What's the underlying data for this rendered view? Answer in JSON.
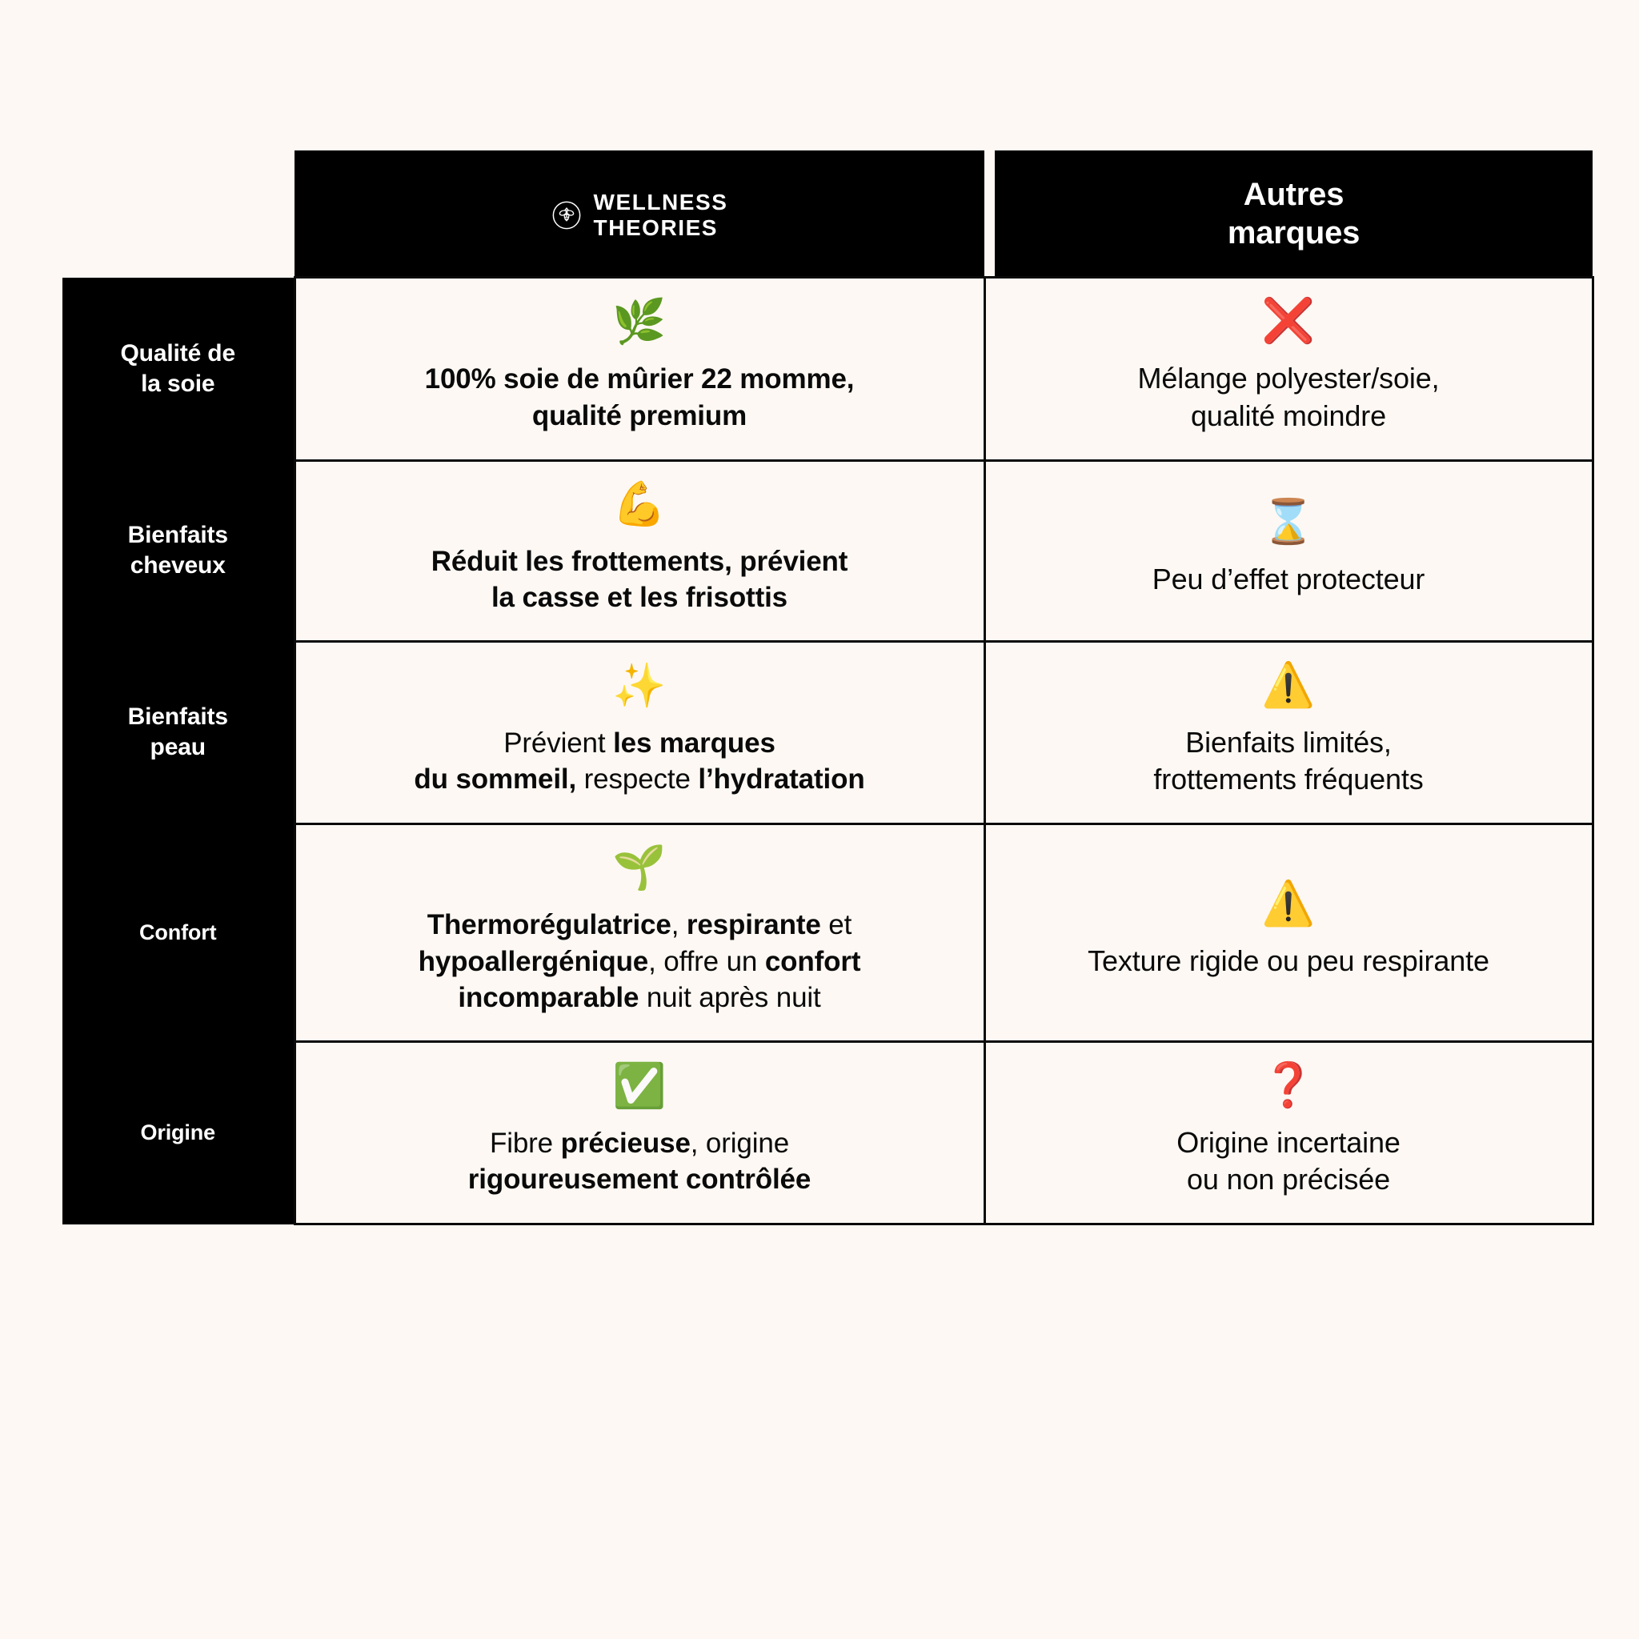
{
  "page": {
    "background_color": "#FDF8F3",
    "ink_color": "#0A0A0A",
    "panel_color": "#000000"
  },
  "header": {
    "brand": {
      "logo_icon": "bee-circle-logo-icon",
      "line1": "WELLNESS",
      "line2": "THEORIES",
      "label": "WELLNESS\nTHEORIES"
    },
    "competitor": {
      "line1": "Autres",
      "line2": "marques",
      "label": "Autres\nmarques"
    }
  },
  "rows": [
    {
      "label": "Qualité de\nla soie",
      "brand": {
        "icon": "herb-emoji",
        "icon_glyph": "🌿",
        "bold": true,
        "text": "100% soie de mûrier 22 momme, qualité premium",
        "segments": [
          {
            "text": "100% soie de mûrier 22 momme,",
            "bold": true
          },
          {
            "text": "qualité premium",
            "bold": true
          }
        ]
      },
      "other": {
        "icon": "cross-mark-emoji",
        "icon_glyph": "❌",
        "bold": false,
        "text": "Mélange polyester/soie, qualité moindre",
        "segments": [
          {
            "text": "Mélange polyester/soie,",
            "bold": false
          },
          {
            "text": "qualité moindre",
            "bold": false
          }
        ]
      }
    },
    {
      "label": "Bienfaits\ncheveux",
      "brand": {
        "icon": "flexed-biceps-emoji",
        "icon_glyph": "💪",
        "bold": true,
        "text": "Réduit les frottements, prévient la casse et les frisottis",
        "segments": [
          {
            "text": "Réduit les frottements, prévient",
            "bold": true
          },
          {
            "text": "la casse et les frisottis",
            "bold": true
          }
        ]
      },
      "other": {
        "icon": "hourglass-emoji",
        "icon_glyph": "⌛",
        "bold": false,
        "text": "Peu d’effet protecteur",
        "segments": [
          {
            "text": "Peu d’effet protecteur",
            "bold": false
          }
        ]
      }
    },
    {
      "label": "Bienfaits\npeau",
      "brand": {
        "icon": "sparkles-emoji",
        "icon_glyph": "✨",
        "bold": false,
        "text": "Prévient les marques du sommeil, respecte l’hydratation",
        "segments": [
          {
            "text": "Prévient ",
            "bold": false
          },
          {
            "text": "les marques du sommeil,",
            "bold": true
          },
          {
            "text": " respecte ",
            "bold": false
          },
          {
            "text": "l’hydratation",
            "bold": true
          }
        ]
      },
      "other": {
        "icon": "warning-emoji",
        "icon_glyph": "⚠️",
        "bold": false,
        "text": "Bienfaits limités, frottements fréquents",
        "segments": [
          {
            "text": "Bienfaits limités,",
            "bold": false
          },
          {
            "text": "frottements fréquents",
            "bold": false
          }
        ]
      }
    },
    {
      "label": "Confort",
      "brand": {
        "icon": "seedling-emoji",
        "icon_glyph": "🌱",
        "bold": false,
        "text": "Thermorégulatrice, respirante et hypoallergénique, offre un confort incomparable nuit après nuit",
        "segments": [
          {
            "text": "Thermorégulatrice",
            "bold": true
          },
          {
            "text": ", ",
            "bold": false
          },
          {
            "text": "respirante",
            "bold": true
          },
          {
            "text": " et ",
            "bold": false
          },
          {
            "text": "hypoallergénique",
            "bold": true
          },
          {
            "text": ", offre un ",
            "bold": false
          },
          {
            "text": "confort incomparable",
            "bold": true
          },
          {
            "text": " nuit après nuit",
            "bold": false
          }
        ]
      },
      "other": {
        "icon": "warning-emoji",
        "icon_glyph": "⚠️",
        "bold": false,
        "text": "Texture rigide ou peu respirante",
        "segments": [
          {
            "text": "Texture rigide ou peu respirante",
            "bold": false
          }
        ]
      }
    },
    {
      "label": "Origine",
      "brand": {
        "icon": "check-mark-button-emoji",
        "icon_glyph": "✅",
        "bold": false,
        "text": "Fibre précieuse, origine rigoureusement contrôlée",
        "segments": [
          {
            "text": "Fibre ",
            "bold": false
          },
          {
            "text": "précieuse",
            "bold": true
          },
          {
            "text": ", origine ",
            "bold": false
          },
          {
            "text": "rigoureusement contrôlée",
            "bold": true
          }
        ]
      },
      "other": {
        "icon": "red-question-mark-emoji",
        "icon_glyph": "❓",
        "bold": false,
        "text": "Origine incertaine ou non précisée",
        "segments": [
          {
            "text": "Origine incertaine",
            "bold": false
          },
          {
            "text": "ou non précisée",
            "bold": false
          }
        ]
      }
    }
  ]
}
